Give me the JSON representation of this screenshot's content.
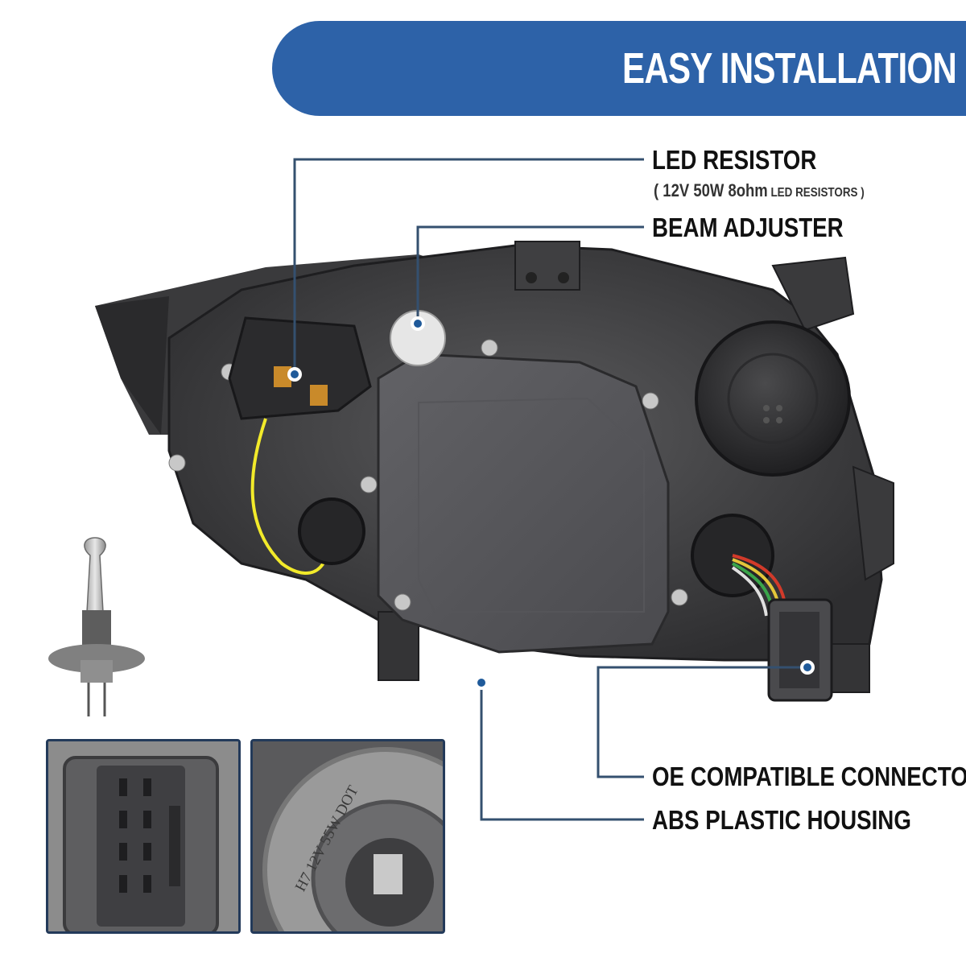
{
  "banner": {
    "title": "EASY INSTALLATION"
  },
  "callouts": {
    "led_resistor": {
      "label": "LED RESISTOR",
      "spec_open": "( ",
      "spec_main": "12V 50W 8ohm",
      "spec_small": " LED RESISTORS )"
    },
    "beam_adjuster": {
      "label": "BEAM ADJUSTER"
    },
    "oe_connector": {
      "label": "OE COMPATIBLE CONNECTOR"
    },
    "abs_housing": {
      "label": "ABS PLASTIC HOUSING"
    }
  },
  "bulb_socket": {
    "marking": "H7 12V 55W DOT"
  },
  "colors": {
    "accent": "#2d62a8",
    "leader_line": "#34506f",
    "inset_border": "#233a5a"
  }
}
